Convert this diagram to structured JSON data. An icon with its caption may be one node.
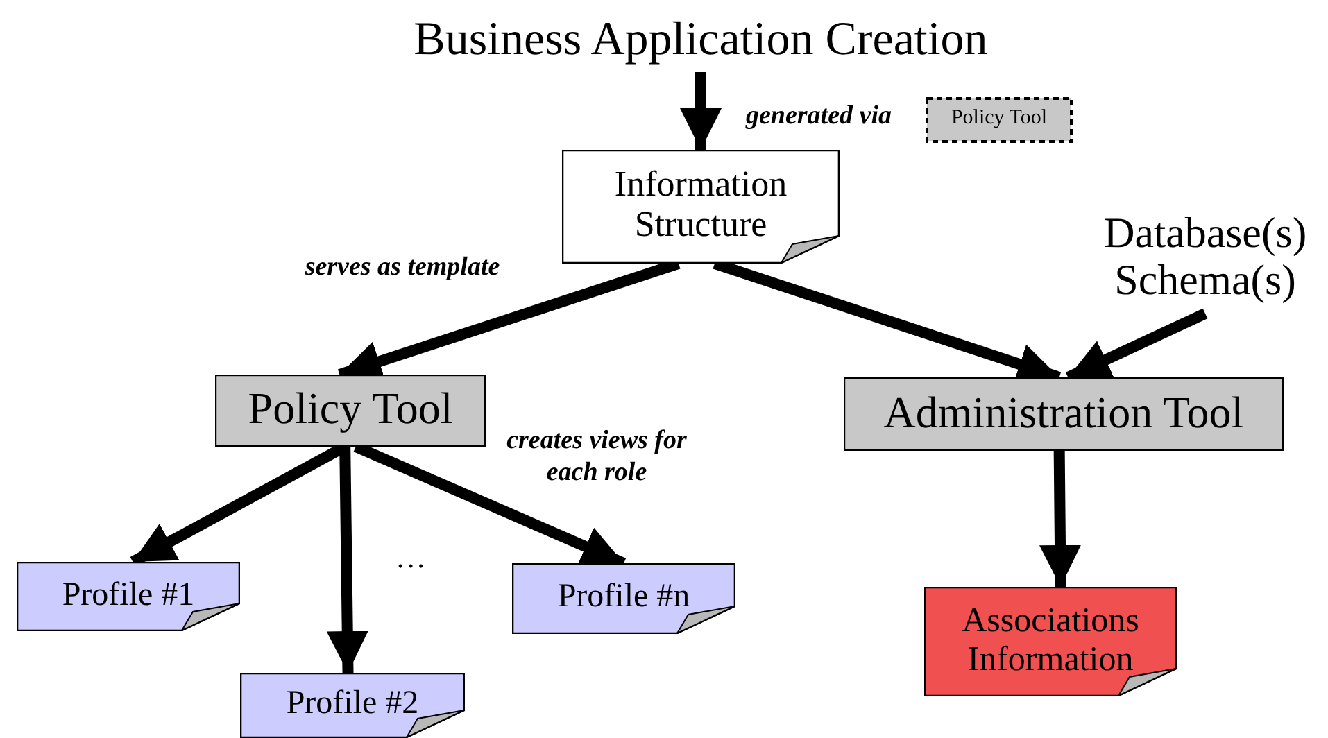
{
  "diagram": {
    "title": "Business Application Creation",
    "nodes": [
      {
        "text": [
          "Information Structure"
        ]
      },
      {
        "text": [
          "Policy Tool"
        ]
      },
      {
        "text": [
          "Database(s) Schema(s)"
        ]
      },
      {
        "text": [
          "Policy Tool"
        ]
      },
      {
        "text": [
          "Administration Tool"
        ]
      },
      {
        "text": [
          "Profile #1"
        ]
      },
      {
        "text": [
          "Profile #2"
        ]
      },
      {
        "text": [
          "Profile #n"
        ]
      },
      {
        "text": [
          "Associations Information"
        ]
      }
    ],
    "edges": [
      {
        "from": null,
        "to": 0,
        "arrow": "to",
        "label": "generated via"
      },
      {
        "from": 0,
        "to": 3,
        "arrow": "to",
        "label": "serves as template"
      },
      {
        "from": 0,
        "to": 4,
        "arrow": "to"
      },
      {
        "from": 2,
        "to": 4,
        "arrow": "to"
      },
      {
        "from": 3,
        "to": 5,
        "arrow": "to"
      },
      {
        "from": 3,
        "to": 6,
        "arrow": "to"
      },
      {
        "from": 3,
        "to": 7,
        "arrow": "to",
        "label": "creates views for each role"
      },
      {
        "from": 4,
        "to": 8,
        "arrow": "to"
      }
    ],
    "labels": [
      "…"
    ]
  }
}
